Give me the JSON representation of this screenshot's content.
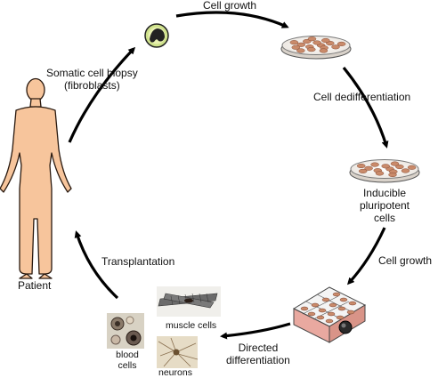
{
  "diagram": {
    "labels": {
      "cell_growth_top": "Cell growth",
      "biopsy_line1": "Somatic cell biopsy",
      "biopsy_line2": "(fibroblasts)",
      "dedifferentiation": "Cell dedifferentiation",
      "ipsc_line1": "Inducible",
      "ipsc_line2": "pluripotent",
      "ipsc_line3": "cells",
      "cell_growth_right": "Cell growth",
      "transplantation": "Transplantation",
      "patient": "Patient",
      "muscle_cells": "muscle cells",
      "directed_line1": "Directed",
      "directed_line2": "differentiation",
      "blood_line1": "blood",
      "blood_line2": "cells",
      "neurons": "neurons"
    },
    "icons": [
      "human-body-icon",
      "fibroblast-cell-icon",
      "petri-dish-icon",
      "culture-flask-icon",
      "muscle-cells-image",
      "blood-cells-image",
      "neurons-image"
    ],
    "colors": {
      "skin": "#f7c59c",
      "skin_outline": "#2a1a10",
      "dish_cells": "#c98a6a",
      "flask_medium": "#e9a9a0",
      "arrow": "#000000"
    }
  }
}
